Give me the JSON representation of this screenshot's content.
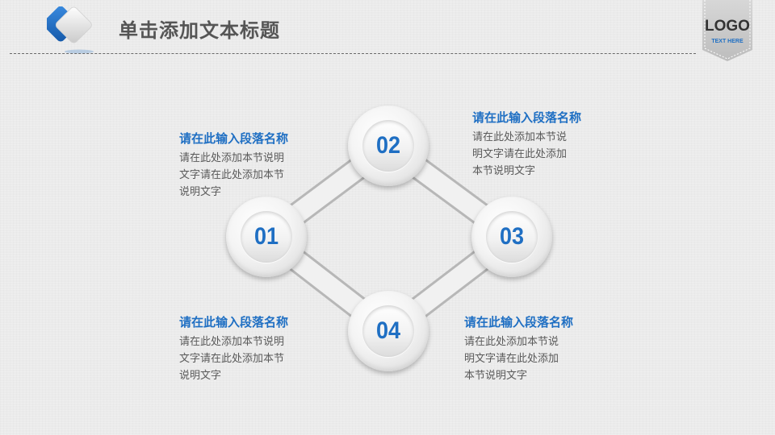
{
  "header": {
    "title": "单击添加文本标题"
  },
  "logo": {
    "text": "LOGO",
    "subtext": "TEXT HERE"
  },
  "colors": {
    "accent": "#1f6fc3",
    "title": "#555555",
    "body": "#5a5a5a"
  },
  "diagram": {
    "nodes": [
      {
        "num": "01"
      },
      {
        "num": "02"
      },
      {
        "num": "03"
      },
      {
        "num": "04"
      }
    ]
  },
  "blocks": [
    {
      "heading": "请在此输入段落名称",
      "lines": [
        "请在此处添加本节说明",
        "文字请在此处添加本节",
        "说明文字"
      ]
    },
    {
      "heading": "请在此输入段落名称",
      "lines": [
        "请在此处添加本节说",
        "明文字请在此处添加",
        "本节说明文字"
      ]
    },
    {
      "heading": "请在此输入段落名称",
      "lines": [
        "请在此处添加本节说明",
        "文字请在此处添加本节",
        "说明文字"
      ]
    },
    {
      "heading": "请在此输入段落名称",
      "lines": [
        "请在此处添加本节说",
        "明文字请在此处添加",
        "本节说明文字"
      ]
    }
  ]
}
